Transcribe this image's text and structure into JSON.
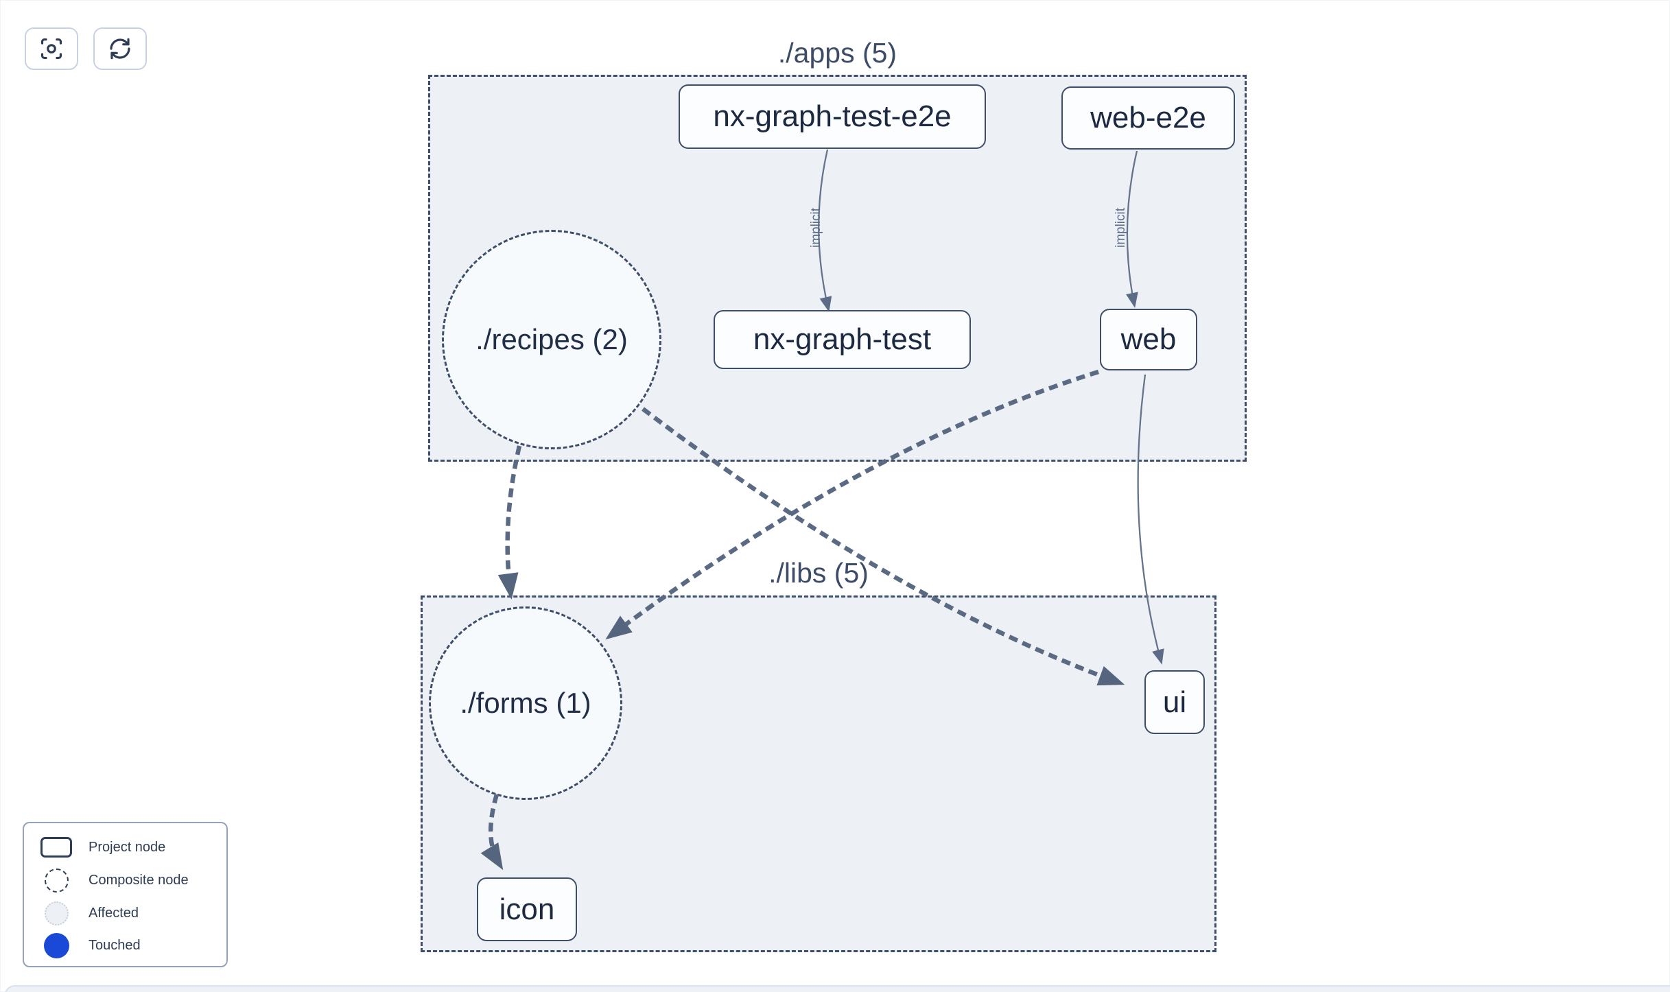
{
  "toolbar": {
    "buttons": [
      {
        "name": "focus",
        "icon": "crosshair-focus-icon"
      },
      {
        "name": "refresh",
        "icon": "refresh-icon"
      }
    ]
  },
  "graph": {
    "groups": {
      "apps": {
        "label": "./apps (5)"
      },
      "libs": {
        "label": "./libs (5)"
      }
    },
    "composite_nodes": {
      "recipes": {
        "label": "./recipes (2)"
      },
      "forms": {
        "label": "./forms (1)"
      }
    },
    "project_nodes": {
      "nx_graph_test_e2e": {
        "label": "nx-graph-test-e2e"
      },
      "web_e2e": {
        "label": "web-e2e"
      },
      "nx_graph_test": {
        "label": "nx-graph-test"
      },
      "web": {
        "label": "web"
      },
      "ui": {
        "label": "ui"
      },
      "icon": {
        "label": "icon"
      }
    },
    "edges": [
      {
        "from": "nx-graph-test-e2e",
        "to": "nx-graph-test",
        "label": "implicit",
        "style": "solid-thin-arrow"
      },
      {
        "from": "web-e2e",
        "to": "web",
        "label": "implicit",
        "style": "solid-thin-arrow"
      },
      {
        "from": "./recipes (2)",
        "to": "./forms (1)",
        "label": "",
        "style": "thick-dashed-arrow"
      },
      {
        "from": "./recipes (2)",
        "to": "ui",
        "label": "",
        "style": "thick-dashed-arrow"
      },
      {
        "from": "web",
        "to": "./forms (1)",
        "label": "",
        "style": "thick-dashed-arrow"
      },
      {
        "from": "web",
        "to": "ui",
        "label": "",
        "style": "solid-thin-arrow"
      },
      {
        "from": "./forms (1)",
        "to": "icon",
        "label": "",
        "style": "thick-dashed-arrow"
      }
    ]
  },
  "legend": {
    "items": [
      {
        "label": "Project node",
        "swatch": "project-node-swatch"
      },
      {
        "label": "Composite node",
        "swatch": "composite-node-swatch"
      },
      {
        "label": "Affected",
        "swatch": "affected-swatch"
      },
      {
        "label": "Touched",
        "swatch": "touched-swatch"
      }
    ]
  },
  "colors": {
    "touched_blue": "#1a49d8",
    "edge_slate": "#5b6a83",
    "node_border": "#3e4d68",
    "group_fill": "#edf1f6",
    "canvas_bg": "#ffffff"
  }
}
